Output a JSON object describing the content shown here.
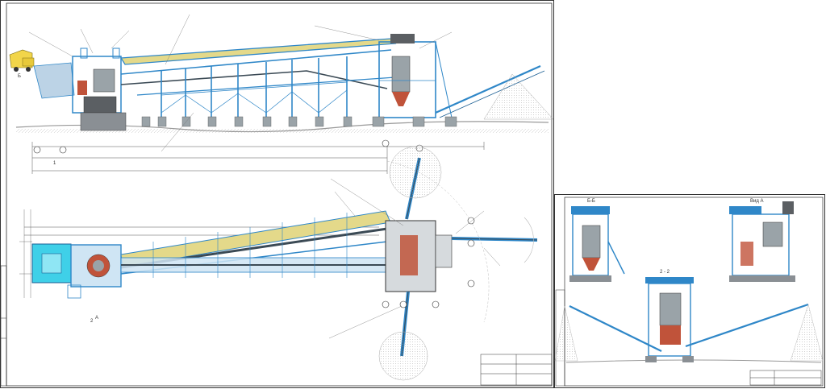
{
  "sheets": {
    "main": {
      "side_labels": [
        "1",
        "2"
      ],
      "elevation_labels": [
        "Б",
        "А"
      ]
    },
    "right": {
      "view_labels": [
        "Б-Б",
        "Вид А",
        "2 - 2"
      ]
    }
  },
  "colors": {
    "structure": "#2f87c8",
    "structure_dark": "#1b5e93",
    "conveyor_belt": "#3b4a55",
    "tint_yellow": "#e4d98a",
    "machine_red": "#c0533a",
    "hopper_cyan": "#3fd0e8",
    "ground": "#9aa3a8",
    "dim_line": "#555555",
    "frame": "#333333"
  },
  "icons": [
    "truck-icon",
    "crusher-icon",
    "stockpile-icon"
  ]
}
